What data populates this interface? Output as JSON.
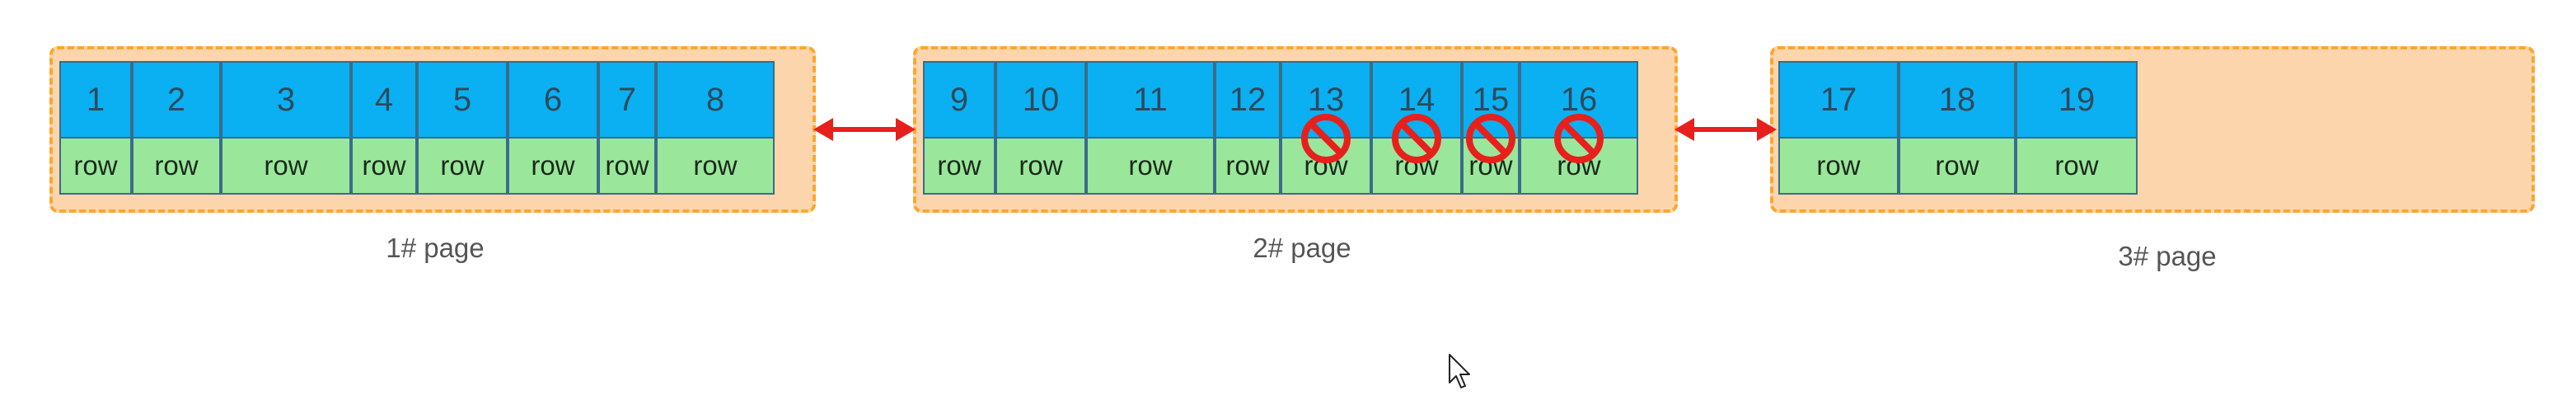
{
  "pages": [
    {
      "label": "1#  page",
      "keys": [
        "1",
        "2",
        "3",
        "4",
        "5",
        "6",
        "7",
        "8"
      ],
      "rows": [
        "row",
        "row",
        "row",
        "row",
        "row",
        "row",
        "row",
        "row"
      ]
    },
    {
      "label": "2#  page",
      "keys": [
        "9",
        "10",
        "11",
        "12",
        "13",
        "14",
        "15",
        "16"
      ],
      "rows": [
        "row",
        "row",
        "row",
        "row",
        "row",
        "row",
        "row",
        "row"
      ],
      "deleted_keys": [
        "13",
        "14",
        "15",
        "16"
      ]
    },
    {
      "label": "3#  page",
      "keys": [
        "17",
        "18",
        "19"
      ],
      "rows": [
        "row",
        "row",
        "row"
      ]
    }
  ],
  "colors": {
    "page_fill": "#fdd5ac",
    "page_border": "#f8a830",
    "key_fill": "#0ab0f2",
    "row_fill": "#9ae79c",
    "arrow": "#e8201c",
    "prohibited": "#e8201c"
  },
  "icons": {
    "link_arrow": "double-headed-arrow-icon",
    "deleted_marker": "prohibited-icon",
    "cursor": "mouse-pointer-icon"
  }
}
